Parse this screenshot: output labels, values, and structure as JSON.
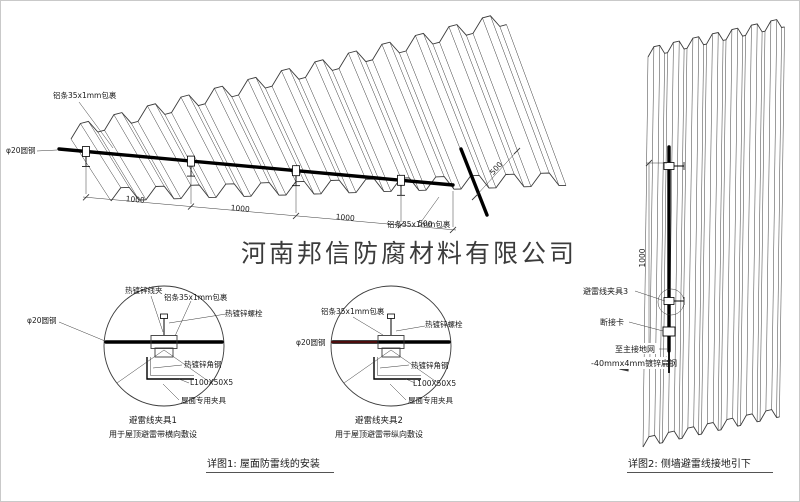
{
  "watermark": "河南邦信防腐材料有限公司",
  "roof": {
    "label_strip_left": "铝条35x1mm包裹",
    "label_strip_right": "铝条35x1mm包裹",
    "label_rod": "φ20圆钢",
    "dims": [
      "1000",
      "1000",
      "1000",
      "500",
      "500"
    ]
  },
  "detail1": {
    "title": "避雷线夹具1",
    "subtitle": "用于屋顶避雷带横向敷设",
    "labels": {
      "clip": "热镀锌线夹",
      "strip": "铝条35x1mm包裹",
      "bolt": "热镀锌螺栓",
      "rod": "φ20圆钢",
      "angle": "热镀锌角钢",
      "angle_spec": "L100X50X5",
      "fixture": "屋面专用夹具"
    }
  },
  "detail2": {
    "title": "避雷线夹具2",
    "subtitle": "用于屋顶避雷带纵向敷设",
    "labels": {
      "strip": "铝条35x1mm包裹",
      "bolt": "热镀锌螺栓",
      "rod": "φ20圆钢",
      "angle": "热镀锌角钢",
      "angle_spec": "L100X50X5",
      "fixture": "屋面专用夹具"
    }
  },
  "wall": {
    "dim": "1000",
    "labels": {
      "clamp3": "避雷线夹具3",
      "disconnect": "断接卡",
      "to_ground": "至主接地网",
      "flat_steel": "-40mmx4mm镀锌扁钢"
    }
  },
  "captions": {
    "detail1": "详图1: 屋面防雷线的安装",
    "detail2": "详图2: 侧墙避雷线接地引下"
  },
  "colors": {
    "line": "#3a3a3a",
    "wire": "#000000",
    "red": "#cc2222",
    "watermark": "#9a9a9a"
  }
}
